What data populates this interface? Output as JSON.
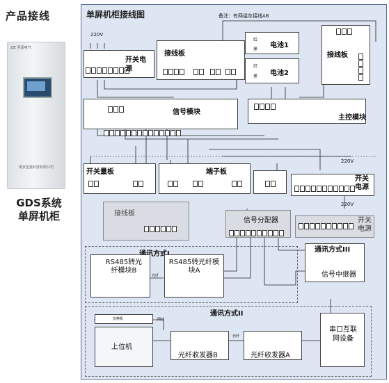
{
  "left": {
    "heading": "产品接线",
    "cabinet_logo": "ZJE 至嘉电气",
    "cabinet_footer": "南京至嘉科技有限公司",
    "system_line1": "GDS系统",
    "system_line2": "单屏机柜"
  },
  "diagram": {
    "title": "单屏机柜接线图",
    "note": "备注：有两组灰接线AB",
    "voltage": "220V",
    "blocks": {
      "switch_power_top": "开关电源",
      "terminal_board_top": "接线板",
      "battery1": "电池1",
      "battery2": "电池2",
      "terminal_board_right": "接线板",
      "signal_module": "信号模块",
      "main_control": "主控模块",
      "switch_board": "开关量板",
      "terminal_strip": "端子板",
      "switch_power_mid": "开关电源",
      "terminal_board_gray": "接线板",
      "signal_distributor": "信号分配器",
      "switch_power_right": "开关电源",
      "comm_mode_1": "通讯方式I",
      "rs485_b": "RS485转光纤模块B",
      "rs485_a": "RS485转光纤模块A",
      "comm_mode_3": "通讯方式III",
      "signal_repeater": "信号中继器",
      "comm_mode_2": "通讯方式II",
      "host_pc": "上位机",
      "fiber_b": "光纤收发器B",
      "fiber_a": "光纤收发器A",
      "serial_server": "串口互联网设备"
    },
    "labels": {
      "red": "红",
      "black": "黑",
      "fiber": "光纤",
      "switch": "交换机",
      "network_cable": "网线"
    }
  }
}
